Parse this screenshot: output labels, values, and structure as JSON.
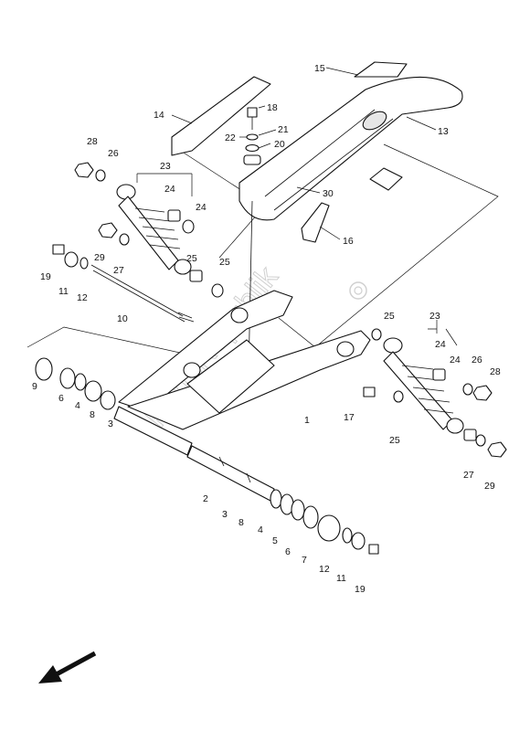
{
  "diagram": {
    "watermark": "PartsRepublik",
    "callouts": [
      {
        "id": "c15",
        "text": "15"
      },
      {
        "id": "c13",
        "text": "13"
      },
      {
        "id": "c14",
        "text": "14"
      },
      {
        "id": "c18",
        "text": "18"
      },
      {
        "id": "c22",
        "text": "22"
      },
      {
        "id": "c21",
        "text": "21"
      },
      {
        "id": "c20",
        "text": "20"
      },
      {
        "id": "c28a",
        "text": "28"
      },
      {
        "id": "c26a",
        "text": "26"
      },
      {
        "id": "c23a",
        "text": "23"
      },
      {
        "id": "c24a",
        "text": "24"
      },
      {
        "id": "c24b",
        "text": "24"
      },
      {
        "id": "c30",
        "text": "30"
      },
      {
        "id": "c16",
        "text": "16"
      },
      {
        "id": "c29a",
        "text": "29"
      },
      {
        "id": "c25a",
        "text": "25"
      },
      {
        "id": "c27a",
        "text": "27"
      },
      {
        "id": "c25b",
        "text": "25"
      },
      {
        "id": "c19a",
        "text": "19"
      },
      {
        "id": "c11a",
        "text": "11"
      },
      {
        "id": "c12a",
        "text": "12"
      },
      {
        "id": "c10",
        "text": "10"
      },
      {
        "id": "c25c",
        "text": "25"
      },
      {
        "id": "c23b",
        "text": "23"
      },
      {
        "id": "c24c",
        "text": "24"
      },
      {
        "id": "c24d",
        "text": "24"
      },
      {
        "id": "c26b",
        "text": "26"
      },
      {
        "id": "c28b",
        "text": "28"
      },
      {
        "id": "c9",
        "text": "9"
      },
      {
        "id": "c6a",
        "text": "6"
      },
      {
        "id": "c4a",
        "text": "4"
      },
      {
        "id": "c8a",
        "text": "8"
      },
      {
        "id": "c3a",
        "text": "3"
      },
      {
        "id": "c1",
        "text": "1"
      },
      {
        "id": "c17",
        "text": "17"
      },
      {
        "id": "c25d",
        "text": "25"
      },
      {
        "id": "c27b",
        "text": "27"
      },
      {
        "id": "c29b",
        "text": "29"
      },
      {
        "id": "c2",
        "text": "2"
      },
      {
        "id": "c3b",
        "text": "3"
      },
      {
        "id": "c8b",
        "text": "8"
      },
      {
        "id": "c4b",
        "text": "4"
      },
      {
        "id": "c5",
        "text": "5"
      },
      {
        "id": "c6b",
        "text": "6"
      },
      {
        "id": "c7",
        "text": "7"
      },
      {
        "id": "c12b",
        "text": "12"
      },
      {
        "id": "c11b",
        "text": "11"
      },
      {
        "id": "c19b",
        "text": "19"
      }
    ]
  }
}
